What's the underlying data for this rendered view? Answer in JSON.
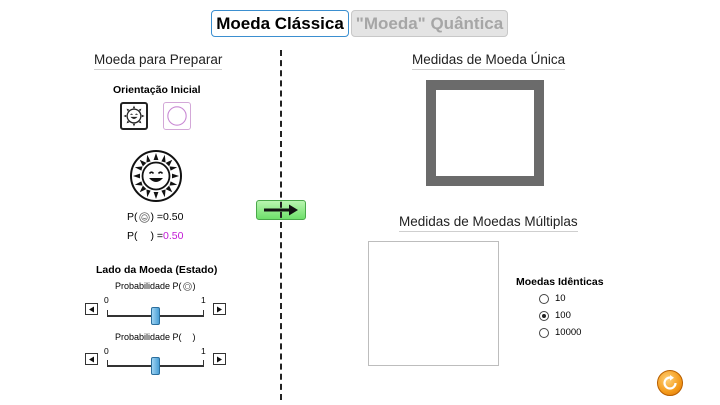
{
  "tabs": [
    {
      "label": "Moeda Clássica",
      "active": true
    },
    {
      "label": "\"Moeda\" Quântica",
      "active": false
    }
  ],
  "left": {
    "title": "Moeda para Preparar",
    "orientation_heading": "Orientação Inicial",
    "orientation_selected": "heads",
    "prob_heads": {
      "prefix": "P(",
      "suffix": ") = ",
      "value": "0.50"
    },
    "prob_tails": {
      "prefix": "P(",
      "suffix": ") = ",
      "value": "0.50"
    },
    "state_heading": "Lado da Moeda (Estado)",
    "slider_heads": {
      "label_prefix": "Probabilidade P(",
      "label_suffix": ")",
      "min_label": "0",
      "max_label": "1",
      "value": 0.5
    },
    "slider_tails": {
      "label_prefix": "Probabilidade P(",
      "label_suffix": ")",
      "min_label": "0",
      "max_label": "1",
      "value": 0.5
    }
  },
  "right": {
    "single_title": "Medidas de Moeda Única",
    "multi_title": "Medidas de Moedas Múltiplas",
    "identical_heading": "Moedas Idênticas",
    "coin_counts": [
      {
        "label": "10",
        "checked": false
      },
      {
        "label": "100",
        "checked": true
      },
      {
        "label": "10000",
        "checked": false
      }
    ]
  },
  "colors": {
    "accent_blue": "#3b8fd0",
    "tails_purple": "#c21ad6",
    "go_green": "#6ee06a",
    "reset_orange": "#f49a1a"
  },
  "icons": {
    "heads": "sun-face-icon",
    "tails": "crescent-moon-icon",
    "go": "right-arrow-icon",
    "reset": "reset-icon"
  }
}
